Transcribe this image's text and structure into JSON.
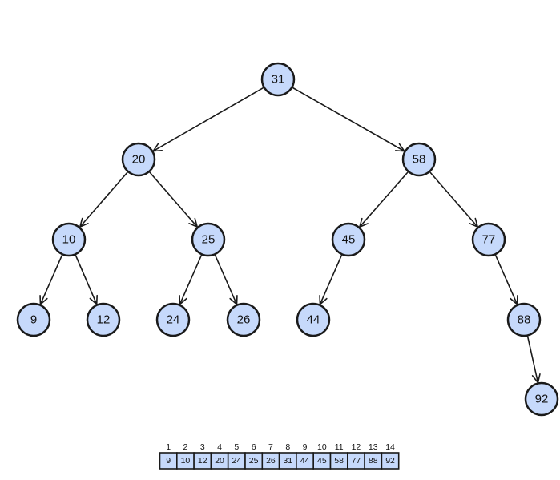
{
  "tree": {
    "nodes": [
      {
        "id": "n31",
        "label": "31"
      },
      {
        "id": "n20",
        "label": "20"
      },
      {
        "id": "n58",
        "label": "58"
      },
      {
        "id": "n10",
        "label": "10"
      },
      {
        "id": "n25",
        "label": "25"
      },
      {
        "id": "n45",
        "label": "45"
      },
      {
        "id": "n77",
        "label": "77"
      },
      {
        "id": "n9",
        "label": "9"
      },
      {
        "id": "n12",
        "label": "12"
      },
      {
        "id": "n24",
        "label": "24"
      },
      {
        "id": "n26",
        "label": "26"
      },
      {
        "id": "n44",
        "label": "44"
      },
      {
        "id": "n88",
        "label": "88"
      },
      {
        "id": "n92",
        "label": "92"
      }
    ],
    "edges": [
      {
        "from": "n31",
        "to": "n20"
      },
      {
        "from": "n31",
        "to": "n58"
      },
      {
        "from": "n20",
        "to": "n10"
      },
      {
        "from": "n20",
        "to": "n25"
      },
      {
        "from": "n58",
        "to": "n45"
      },
      {
        "from": "n58",
        "to": "n77"
      },
      {
        "from": "n10",
        "to": "n9"
      },
      {
        "from": "n10",
        "to": "n12"
      },
      {
        "from": "n25",
        "to": "n24"
      },
      {
        "from": "n25",
        "to": "n26"
      },
      {
        "from": "n45",
        "to": "n44"
      },
      {
        "from": "n77",
        "to": "n88"
      },
      {
        "from": "n88",
        "to": "n92"
      }
    ]
  },
  "array": {
    "indices": [
      "1",
      "2",
      "3",
      "4",
      "5",
      "6",
      "7",
      "8",
      "9",
      "10",
      "11",
      "12",
      "13",
      "14"
    ],
    "values": [
      "9",
      "10",
      "12",
      "20",
      "24",
      "25",
      "26",
      "31",
      "44",
      "45",
      "58",
      "77",
      "88",
      "92"
    ]
  },
  "colors": {
    "node_fill": "#c6d9fb",
    "stroke": "#1a1a1a"
  }
}
